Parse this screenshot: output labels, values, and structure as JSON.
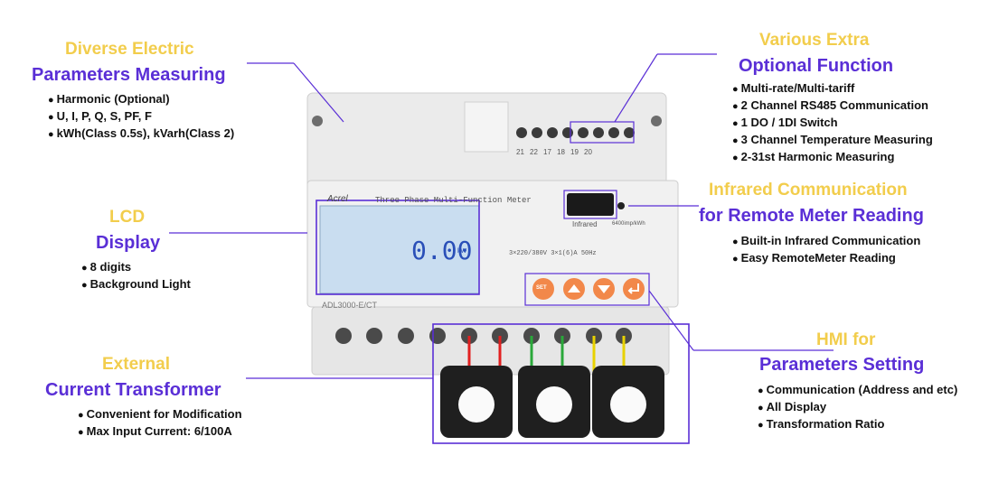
{
  "features": [
    {
      "id": "params",
      "heading_top": "Diverse Electric",
      "heading_bottom": "Parameters Measuring",
      "items": [
        "Harmonic (Optional)",
        "U, I, P, Q, S, PF, F",
        "kWh(Class 0.5s), kVarh(Class 2)"
      ]
    },
    {
      "id": "lcd",
      "heading_top": "LCD",
      "heading_bottom": "Display",
      "items": [
        "8 digits",
        "Background Light"
      ]
    },
    {
      "id": "ct",
      "heading_top": "External",
      "heading_bottom": "Current Transformer",
      "items": [
        "Convenient for Modification",
        "Max Input Current: 6/100A"
      ]
    },
    {
      "id": "optional",
      "heading_top": "Various Extra",
      "heading_bottom": "Optional Function",
      "items": [
        "Multi-rate/Multi-tariff",
        "2 Channel RS485 Communication",
        "1 DO / 1DI Switch",
        "3 Channel Temperature Measuring",
        "2-31st Harmonic Measuring"
      ]
    },
    {
      "id": "infrared",
      "heading_top": "Infrared Communication",
      "heading_bottom": "for Remote Meter Reading",
      "items": [
        "Built-in Infrared Communication",
        "Easy RemoteMeter Reading"
      ]
    },
    {
      "id": "hmi",
      "heading_top": "HMI for",
      "heading_bottom": "Parameters Setting",
      "items": [
        "Communication (Address and etc)",
        "All Display",
        "Transformation Ratio"
      ]
    }
  ],
  "meter": {
    "brand": "Acrel",
    "title": "Three Phase Multi-Function Meter",
    "model": "ADL3000-E/CT",
    "lcd_reading": "0.00",
    "lcd_unit": "kW",
    "infrared_label": "Infrared",
    "constant": "6400imp/kWh",
    "rating": "3×220/380V  3×1(6)A  50Hz",
    "terminal_numbers": [
      "21",
      "22",
      "17",
      "18",
      "19",
      "20"
    ],
    "button_set": "SET",
    "colors": {
      "accent_purple": "#5a2fd6",
      "heading_yellow": "#f2cd4c",
      "button_orange": "#f2884a",
      "lcd_blue": "#c9ddf0"
    }
  }
}
